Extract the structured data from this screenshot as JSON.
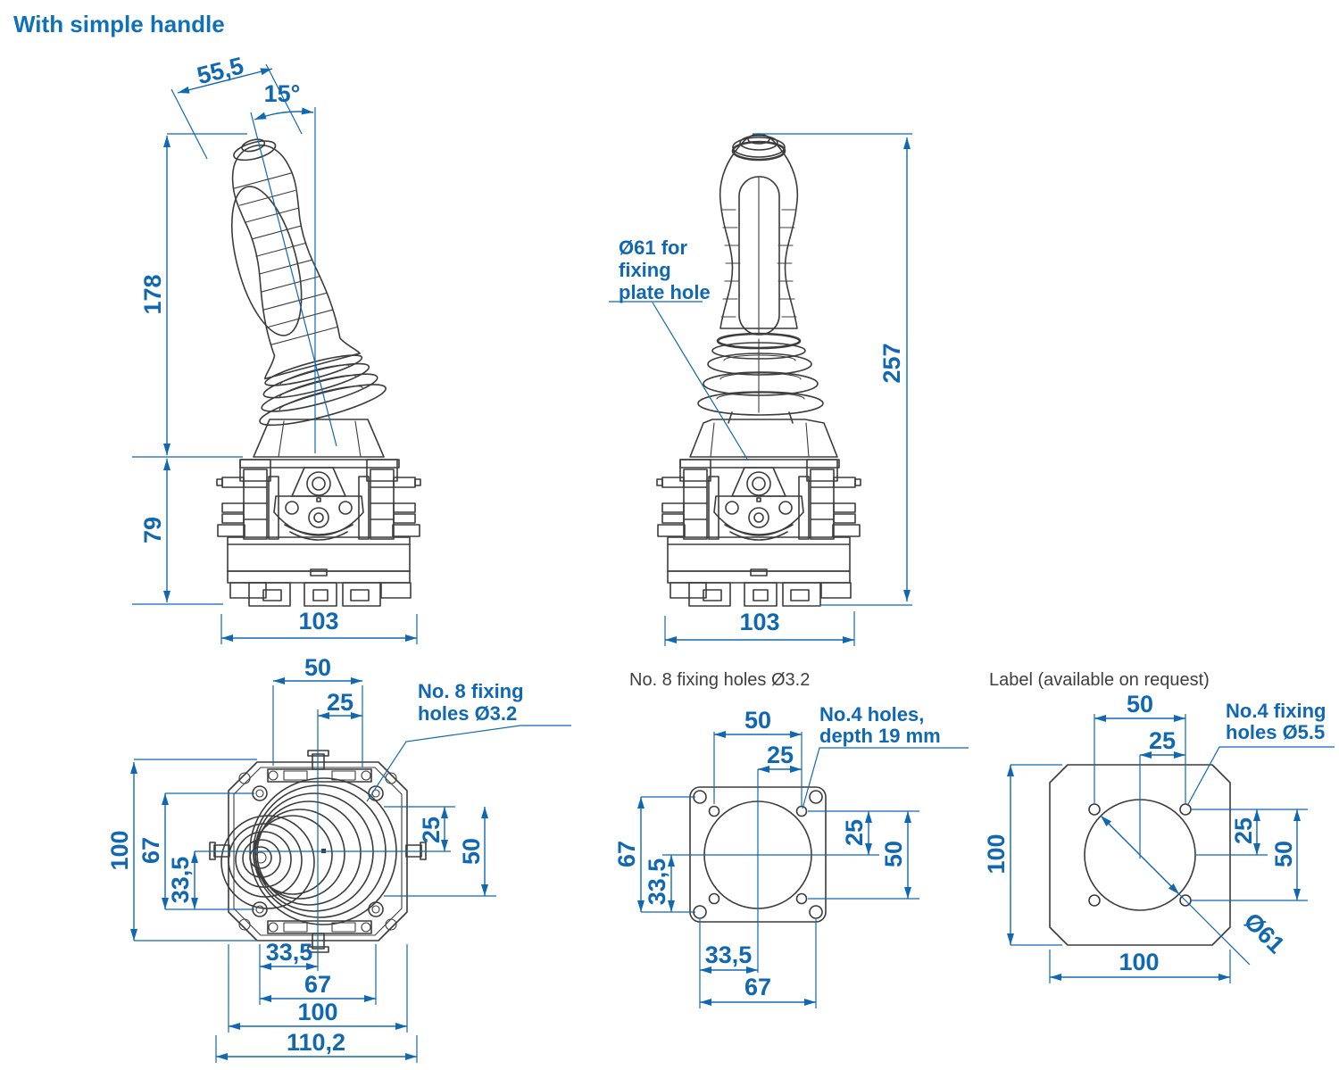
{
  "page": {
    "title": "With simple handle"
  },
  "colors": {
    "accent": "#1168b2",
    "line": "#3c3c3c",
    "caption": "#3f3f3f"
  },
  "side_view": {
    "dim_top_width": "55,5",
    "dim_angle": "15°",
    "dim_handle_height": "178",
    "dim_base_height": "79",
    "dim_base_width": "103"
  },
  "front_view": {
    "callout_l1": "Ø61 for",
    "callout_l2": "fixing",
    "callout_l3": "plate hole",
    "dim_total_height": "257",
    "dim_base_width": "103"
  },
  "top_view": {
    "callout_l1": "No. 8 fixing",
    "callout_l2": "holes Ø3.2",
    "dim_top_pitch": "50",
    "dim_top_half": "25",
    "dim_left_side": "100",
    "dim_left_span": "67",
    "dim_left_half": "33,5",
    "dim_right_half": "25",
    "dim_right_pitch": "50",
    "dim_bottom_half": "33,5",
    "dim_bottom_span": "67",
    "dim_bottom_side": "100",
    "dim_overall_width": "110,2"
  },
  "fixing_plate_view": {
    "caption": "No. 8 fixing holes Ø3.2",
    "callout_l1": "No.4 holes,",
    "callout_l2": "depth 19 mm",
    "dim_top_pitch": "50",
    "dim_top_half": "25",
    "dim_left_span": "67",
    "dim_left_half": "33,5",
    "dim_right_half": "25",
    "dim_right_pitch": "50",
    "dim_bottom_half": "33,5",
    "dim_bottom_span": "67"
  },
  "label_view": {
    "caption": "Label (available on request)",
    "callout_l1": "No.4 fixing",
    "callout_l2": "holes Ø5.5",
    "dim_top_pitch": "50",
    "dim_top_half": "25",
    "dim_left_side": "100",
    "dim_right_half": "25",
    "dim_right_pitch": "50",
    "dim_bottom_side": "100",
    "dim_diameter": "Ø61"
  }
}
